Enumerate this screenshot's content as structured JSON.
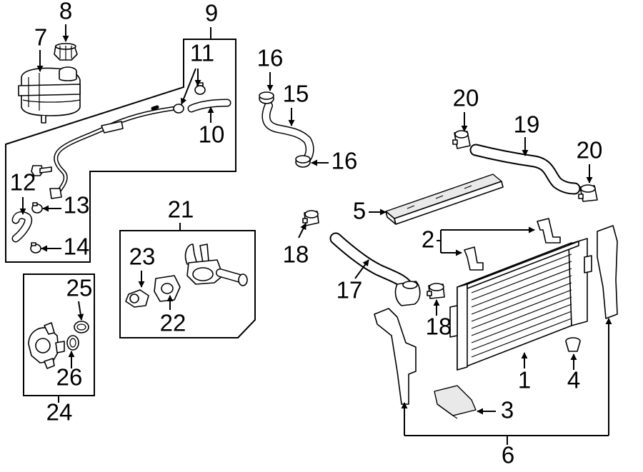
{
  "callouts": {
    "c1": "1",
    "c2": "2",
    "c3": "3",
    "c4": "4",
    "c5": "5",
    "c6": "6",
    "c7": "7",
    "c8": "8",
    "c9": "9",
    "c10": "10",
    "c11": "11",
    "c12": "12",
    "c13": "13",
    "c14": "14",
    "c15": "15",
    "c16a": "16",
    "c16b": "16",
    "c17": "17",
    "c18a": "18",
    "c18b": "18",
    "c19": "19",
    "c20a": "20",
    "c20b": "20",
    "c21": "21",
    "c22": "22",
    "c23": "23",
    "c24": "24",
    "c25": "25",
    "c26": "26"
  }
}
